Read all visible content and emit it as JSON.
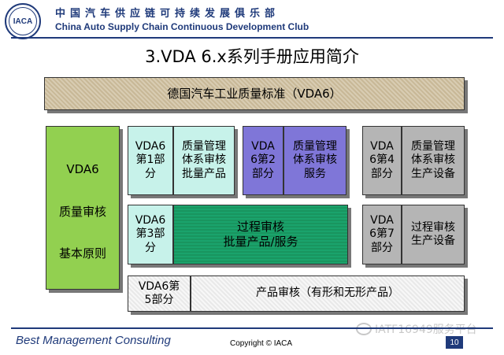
{
  "header": {
    "logo_text": "IACA",
    "org_cn": "中国汽车供应链可持续发展俱乐部",
    "org_en": "China Auto Supply Chain Continuous Development Club"
  },
  "title": "3.VDA 6.x系列手册应用简介",
  "banner": "德国汽车工业质量标准（VDA6）",
  "left_panel": {
    "line1": "VDA6",
    "line2": "质量审核",
    "line3": "基本原则"
  },
  "row1": {
    "p1_code": "VDA6\n第1部\n分",
    "p1_desc": "质量管理\n体系审核\n批量产品",
    "p2_code": "VDA\n6第2\n部分",
    "p2_desc": "质量管理\n体系审核\n服务",
    "p4_code": "VDA\n6第4\n部分",
    "p4_desc": "质量管理\n体系审核\n生产设备"
  },
  "row2": {
    "p3_code": "VDA6\n第3部\n分",
    "p3_desc": "过程审核\n批量产品/服务",
    "p7_code": "VDA\n6第7\n部分",
    "p7_desc": "过程审核\n生产设备"
  },
  "row3": {
    "p5_code": "VDA6第\n5部分",
    "p5_desc": "产品审核（有形和无形产品）"
  },
  "footer": {
    "company": "Best Management Consulting",
    "copyright": "Copyright © IACA",
    "page": "10",
    "watermark": "IATF16949服务平台"
  },
  "colors": {
    "brand_blue": "#1f3a7a",
    "green": "#92d050",
    "teal": "#c7f2ea",
    "purple": "#7f76d8",
    "gray": "#b5b5b5",
    "dark_green": "#1aa36c"
  }
}
